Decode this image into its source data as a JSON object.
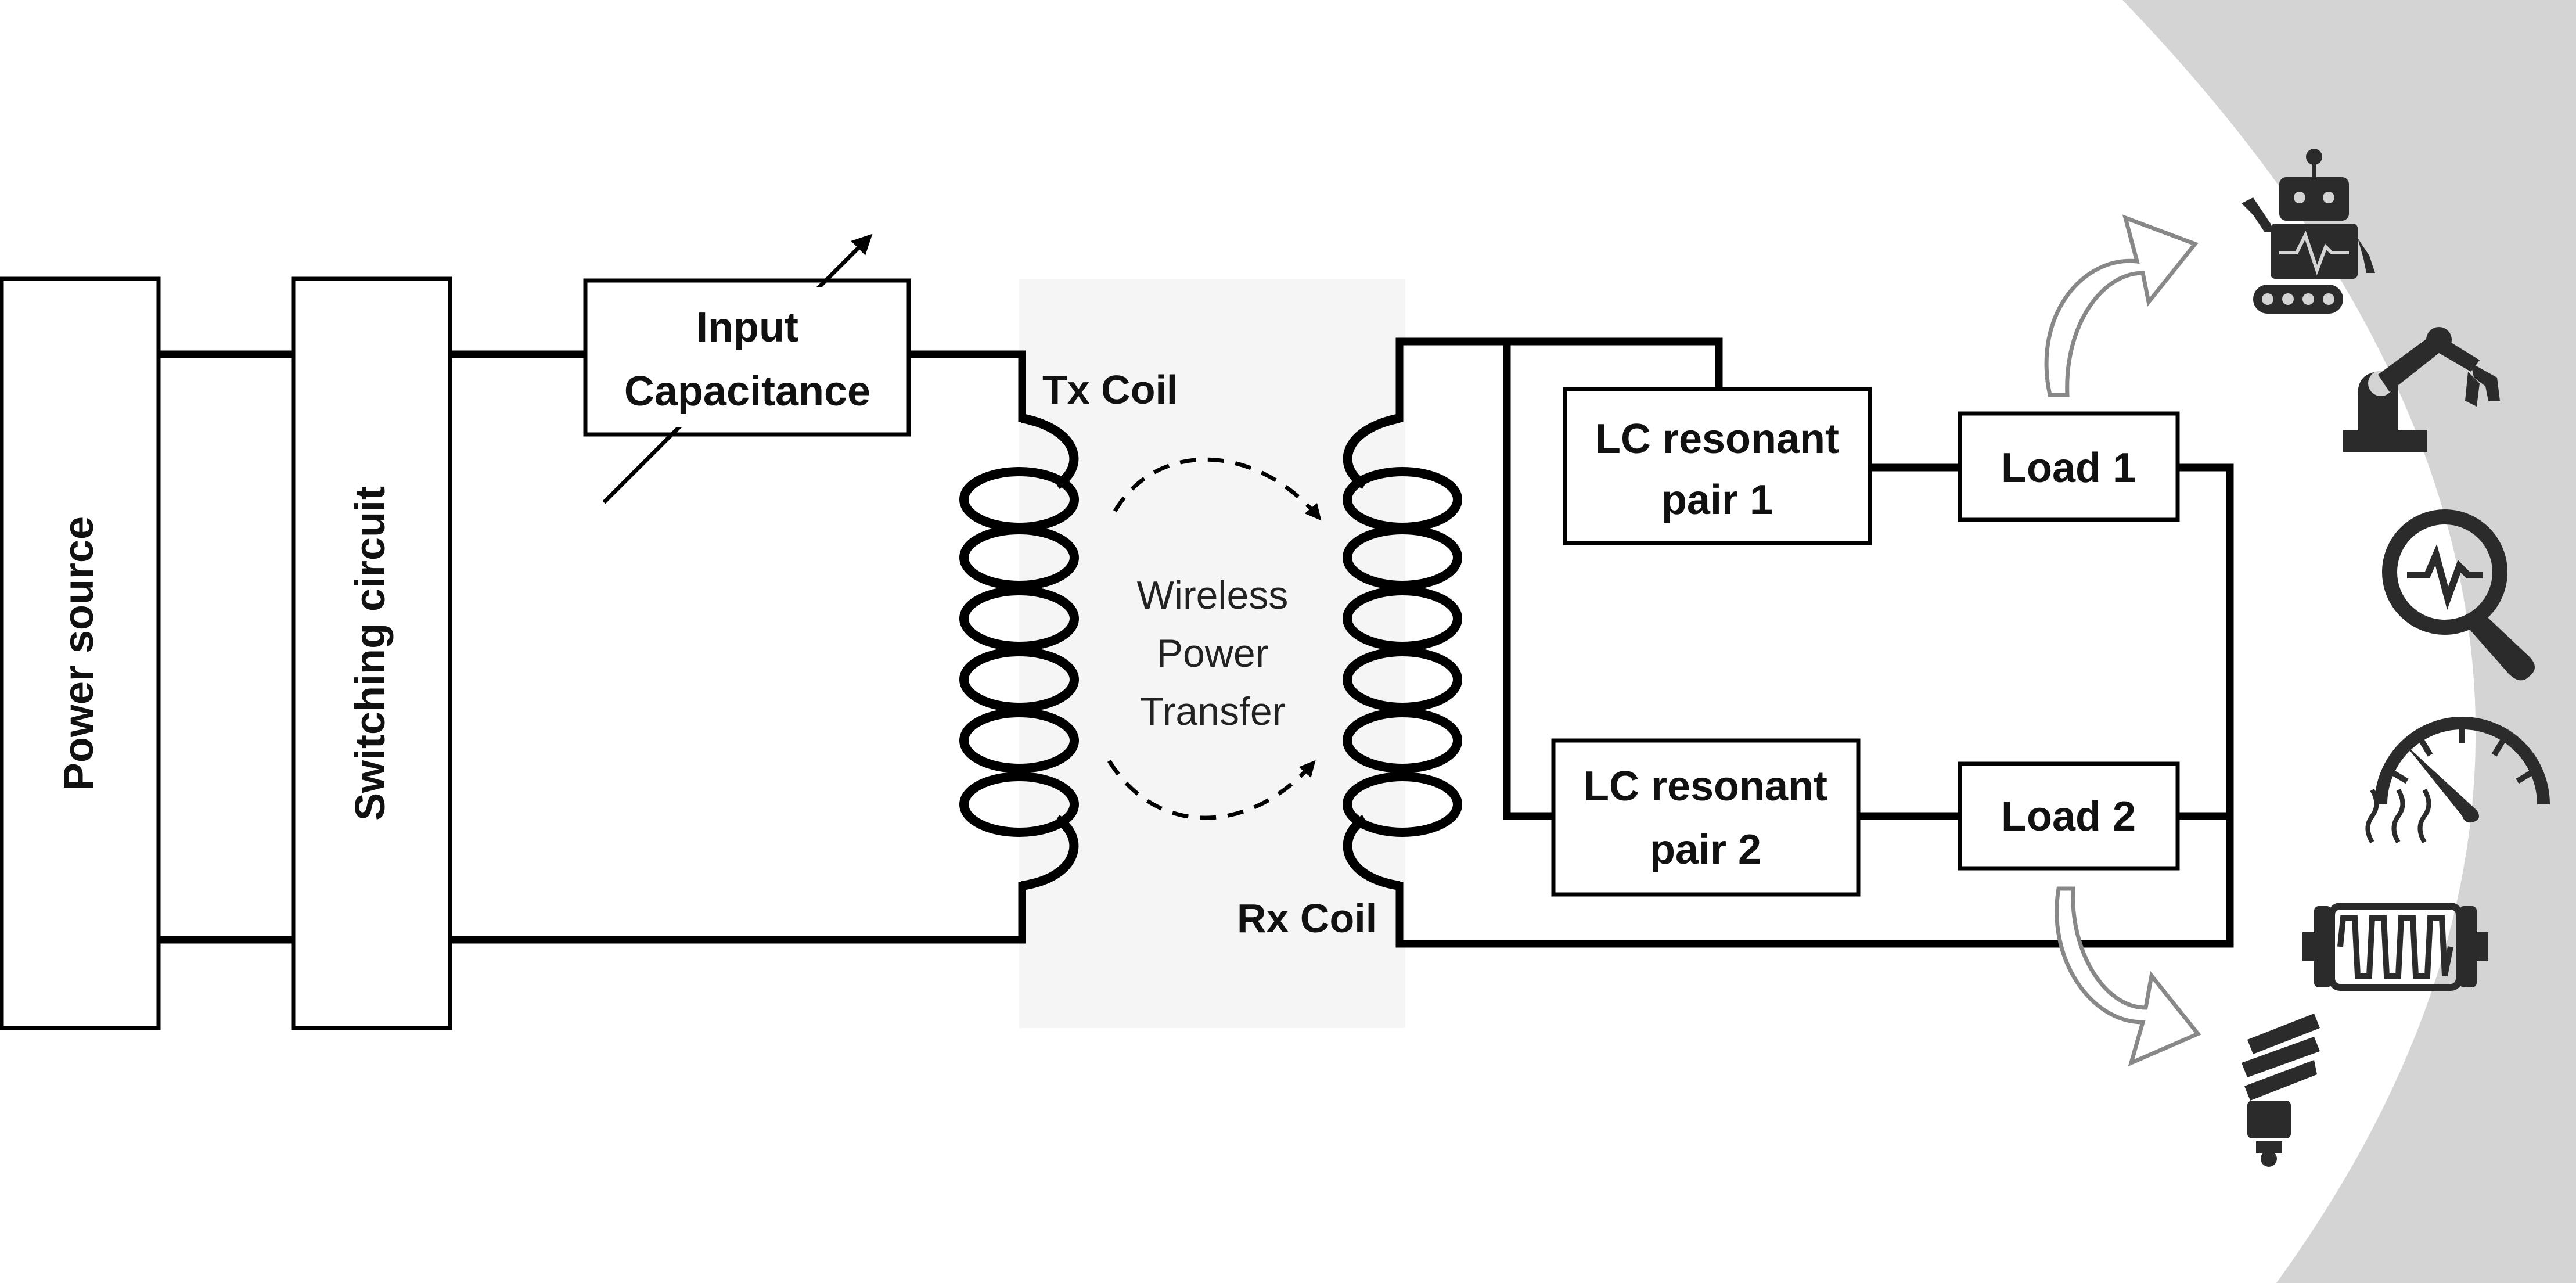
{
  "blocks": {
    "power_source": "Power source",
    "switching_circuit": "Switching circuit",
    "input_capacitance_line1": "Input",
    "input_capacitance_line2": "Capacitance",
    "lc_pair1_line1": "LC resonant",
    "lc_pair1_line2": "pair 1",
    "lc_pair2_line1": "LC resonant",
    "lc_pair2_line2": "pair 2",
    "load1": "Load 1",
    "load2": "Load 2"
  },
  "coils": {
    "tx": "Tx Coil",
    "rx": "Rx Coil"
  },
  "wpt": {
    "line1": "Wireless",
    "line2": "Power",
    "line3": "Transfer"
  },
  "applications": {
    "icons": [
      "robot-icon",
      "robotic-arm-icon",
      "signal-magnifier-icon",
      "gauge-icon",
      "heater-icon",
      "lightbulb-icon"
    ]
  },
  "colors": {
    "wire": "#000000",
    "wpt_region": "#f5f5f5",
    "application_arc": "#d4d4d4",
    "arrow": "#888888",
    "icon": "#2b2b2b"
  }
}
